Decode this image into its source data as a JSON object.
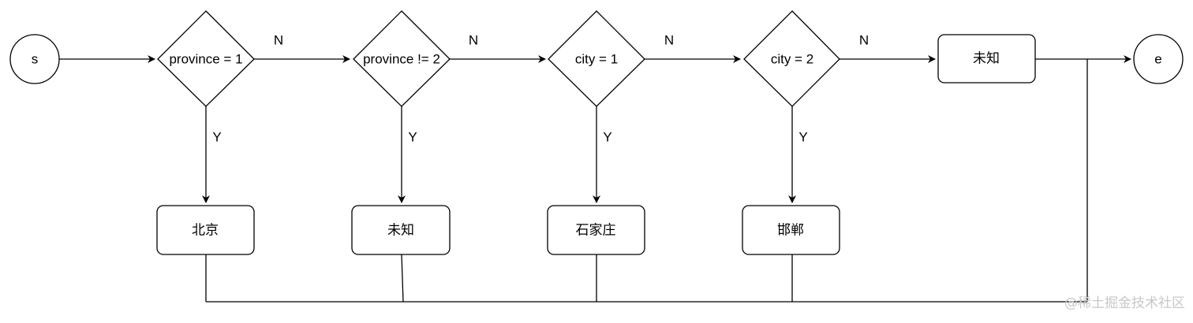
{
  "diagram": {
    "start": {
      "label": "s"
    },
    "end": {
      "label": "e"
    },
    "decisions": [
      {
        "label": "province = 1"
      },
      {
        "label": "province != 2"
      },
      {
        "label": "city = 1"
      },
      {
        "label": "city = 2"
      }
    ],
    "results": [
      {
        "label": "北京"
      },
      {
        "label": "未知"
      },
      {
        "label": "石家庄"
      },
      {
        "label": "邯郸"
      }
    ],
    "fallback": {
      "label": "未知"
    },
    "branch_labels": {
      "no": "N",
      "yes": "Y"
    }
  },
  "watermark": "@稀土掘金技术社区",
  "colors": {
    "stroke": "#000000",
    "fill": "#ffffff",
    "watermark": "#c8c8c8"
  }
}
